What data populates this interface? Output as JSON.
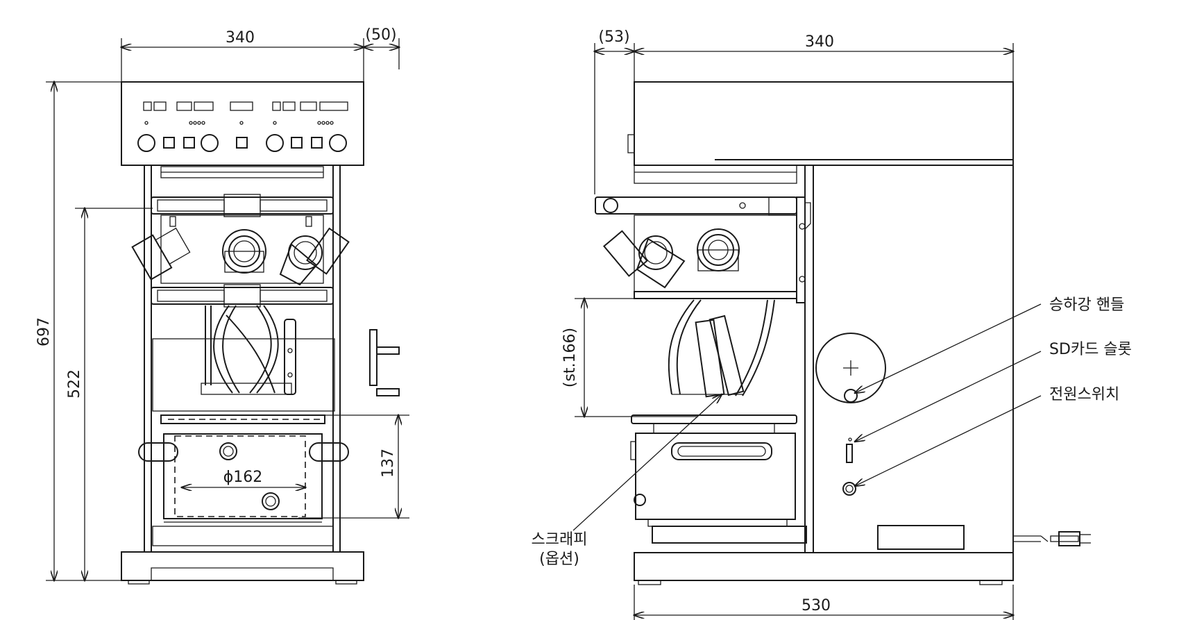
{
  "front_view": {
    "width_dim": "340",
    "handle_dim": "(50)",
    "height_dim": "697",
    "lift_dim": "522",
    "chamber_dim": "137",
    "diameter_dim": "ϕ162"
  },
  "side_view": {
    "offset_dim": "(53)",
    "width_dim": "340",
    "stroke_dim": "(st.166)",
    "depth_dim": "530"
  },
  "labels": {
    "lift_handle": "승하강 핸들",
    "sd_slot": "SD카드 슬롯",
    "power_switch": "전원스위치",
    "scraper_line1": "스크래피",
    "scraper_line2": "(옵션)"
  }
}
